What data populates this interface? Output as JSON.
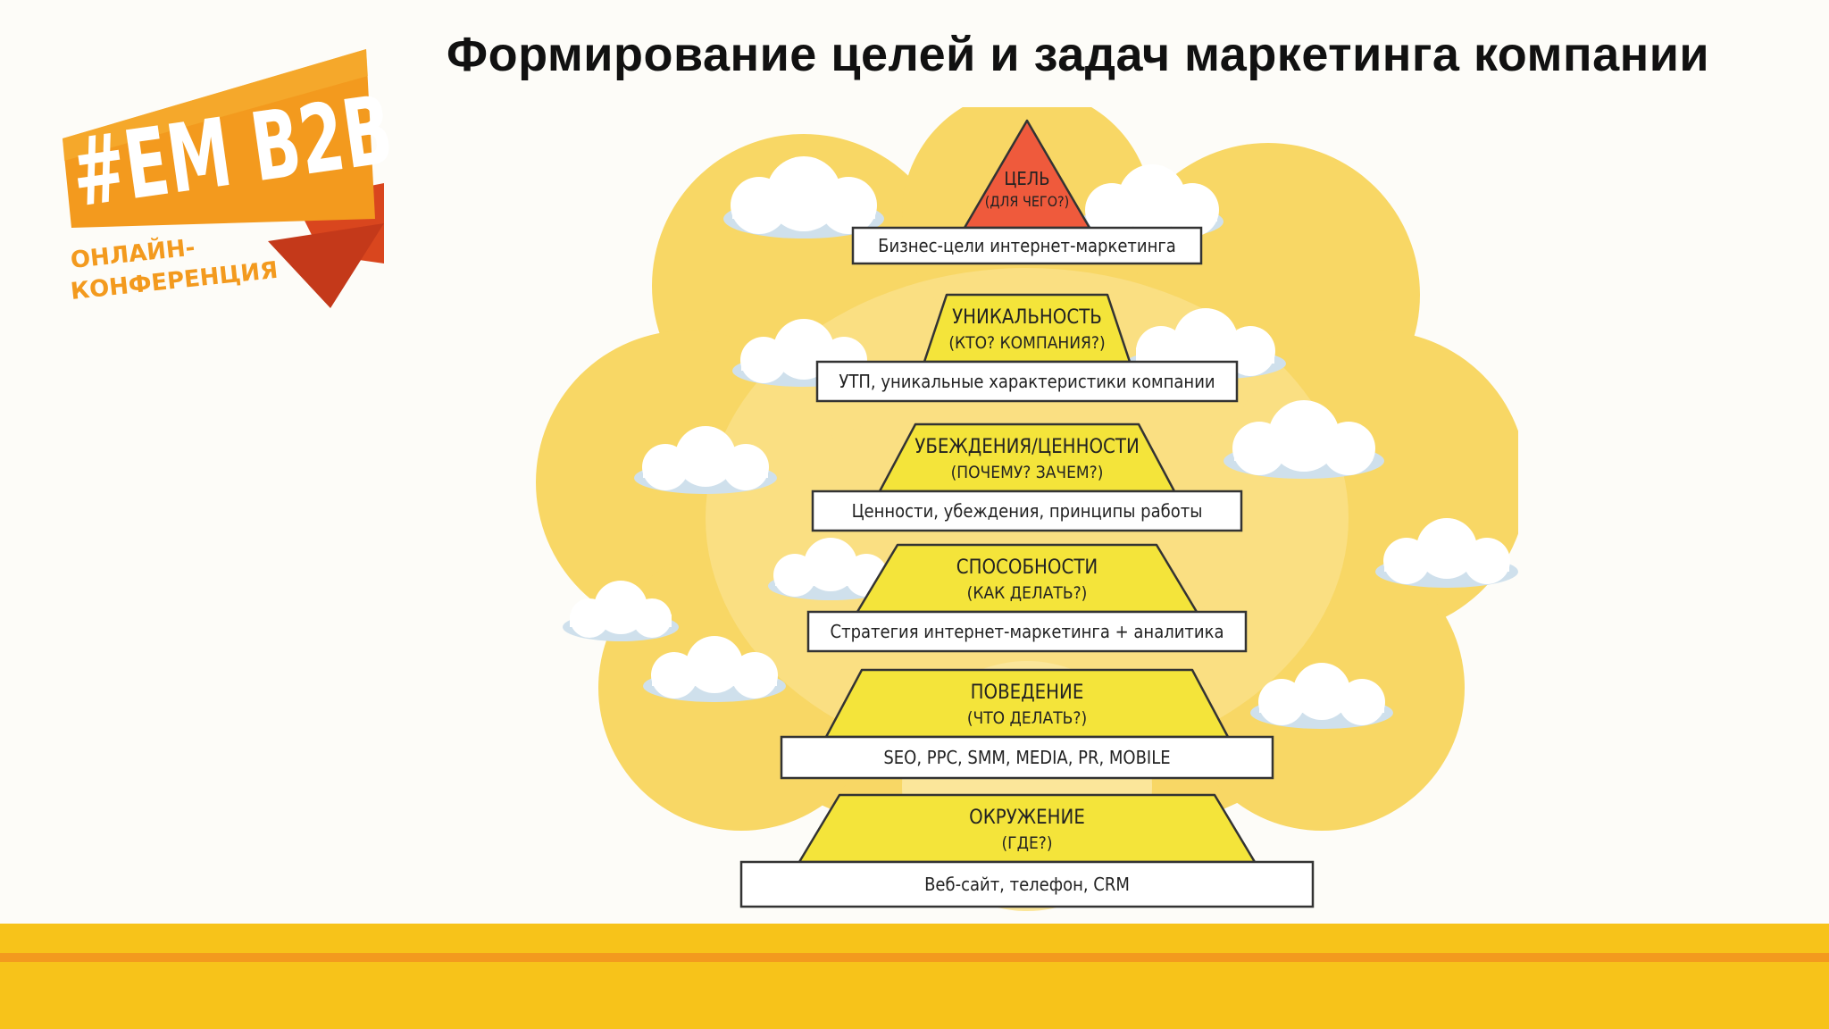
{
  "title": "Формирование целей и задач маркетинга компании",
  "logo": {
    "main_text": "#EM B2B",
    "sub_line1": "ОНЛАЙН-",
    "sub_line2": "КОНФЕРЕНЦИЯ",
    "colors": {
      "orange": "#f39a1e",
      "red": "#d9461e",
      "yellow": "#f7c31a"
    }
  },
  "pyramid": {
    "levels": [
      {
        "id": "goal",
        "title": "ЦЕЛЬ",
        "question": "(ДЛЯ ЧЕГО?)",
        "plate": "Бизнес-цели интернет-маркетинга"
      },
      {
        "id": "uniqueness",
        "title": "УНИКАЛЬНОСТЬ",
        "question": "(КТО? КОМПАНИЯ?)",
        "plate": "УТП, уникальные характеристики компании"
      },
      {
        "id": "beliefs",
        "title": "УБЕЖДЕНИЯ/ЦЕННОСТИ",
        "question": "(ПОЧЕМУ? ЗАЧЕМ?)",
        "plate": "Ценности, убеждения, принципы работы"
      },
      {
        "id": "abilities",
        "title": "СПОСОБНОСТИ",
        "question": "(КАК ДЕЛАТЬ?)",
        "plate": "Стратегия интернет-маркетинга + аналитика"
      },
      {
        "id": "behavior",
        "title": "ПОВЕДЕНИЕ",
        "question": "(ЧТО ДЕЛАТЬ?)",
        "plate": "SEO, PPC, SMM, MEDIA, PR, MOBILE"
      },
      {
        "id": "environment",
        "title": "ОКРУЖЕНИЕ",
        "question": "(ГДЕ?)",
        "plate": "Веб-сайт, телефон, CRM"
      }
    ]
  },
  "colors": {
    "cloud_bg": "#f8d765",
    "cloud_bg_light": "#fbe69a",
    "step_fill": "#f4e43a",
    "step_stroke": "#333333",
    "apex_fill": "#ef5a3c",
    "plate_fill": "#ffffff",
    "cloud_fill": "#ffffff",
    "cloud_shade": "#cfe0ec"
  }
}
